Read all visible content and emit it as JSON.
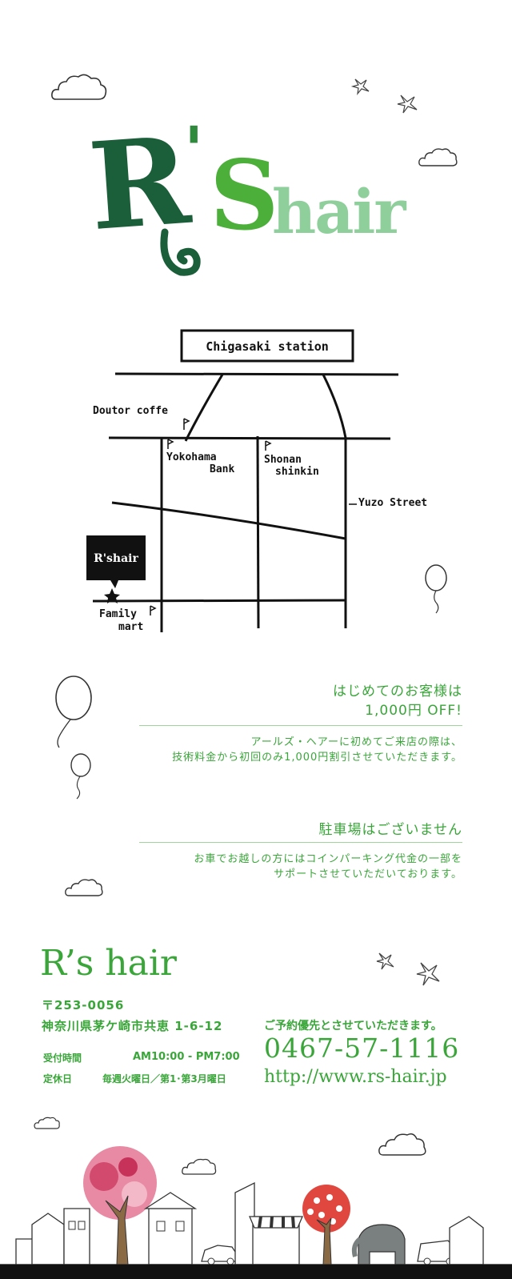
{
  "logo": {
    "text_r": "R",
    "text_apos": "'",
    "text_s": "S",
    "text_hair": "hair"
  },
  "map": {
    "station": "Chigasaki station",
    "doutor": "Doutor coffe",
    "yokohama_1": "Yokohama",
    "yokohama_2": "Bank",
    "shonan_1": "Shonan",
    "shonan_2": "shinkin",
    "yuzo": "Yuzo Street",
    "shop_label": "R'shair",
    "family_1": "Family",
    "family_2": "mart"
  },
  "notice1": {
    "title_1": "はじめてのお客様は",
    "title_2": "1,000円 OFF!",
    "body_1": "アールズ・ヘアーに初めてご来店の際は、",
    "body_2": "技術料金から初回のみ1,000円割引させていただきます。"
  },
  "notice2": {
    "title": "駐車場はございません",
    "body_1": "お車でお越しの方にはコインパーキング代金の一部を",
    "body_2": "サポートさせていただいております。"
  },
  "shop": {
    "name": "R’s hair",
    "zip": "〒253-0056",
    "address": "神奈川県茅ケ崎市共恵 1-6-12",
    "hours_label": "受付時間",
    "hours_value": "AM10:00 - PM7:00",
    "closed_label": "定休日",
    "closed_value": "毎週火曜日／第1･第3月曜日",
    "reserve": "ご予約優先とさせていただきます。",
    "phone": "0467-57-1116",
    "url": "http://www.rs-hair.jp"
  },
  "colors": {
    "accent": "#3aa63a",
    "dark_green": "#1b5e3a",
    "mid_green": "#4caf3a",
    "light_green": "#a8d8b0",
    "teal": "#2aa090"
  }
}
